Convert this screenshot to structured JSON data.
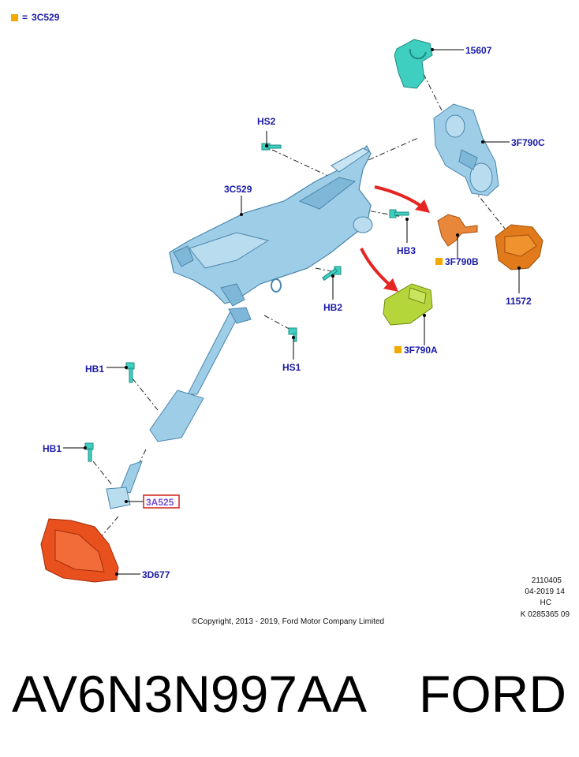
{
  "legend": {
    "swatch_color": "#f2a900",
    "eq": "=",
    "part": "3C529"
  },
  "callouts": {
    "p15607": "15607",
    "p3F790C": "3F790C",
    "pHS2": "HS2",
    "p3C529": "3C529",
    "pHB3": "HB3",
    "p3F790B": "3F790B",
    "p11572": "11572",
    "pHB2": "HB2",
    "p3F790A": "3F790A",
    "pHS1": "HS1",
    "pHB1a": "HB1",
    "pHB1b": "HB1",
    "p3A525": "3A525",
    "p3D677": "3D677"
  },
  "colors": {
    "callout_text": "#1a1aa8",
    "highlight_box": "#d0201a",
    "highlight_text": "#7b4fd6",
    "column_blue": "#9ecde8",
    "teal_parts": "#3fcfc0",
    "orange_parts": "#e07a1a",
    "lime_parts": "#b5d63a",
    "boot_red": "#e8501e",
    "arrow_red": "#e52521",
    "note_square": "#f2a900"
  },
  "meta": {
    "line1": "2110405",
    "line2": "04-2019 14",
    "line3": "HC",
    "line4": "K 0285365 09"
  },
  "copyright": "©Copyright, 2013 - 2019, Ford Motor Company Limited",
  "footer": {
    "part_number": "AV6N3N997AA",
    "brand": "FORD"
  }
}
